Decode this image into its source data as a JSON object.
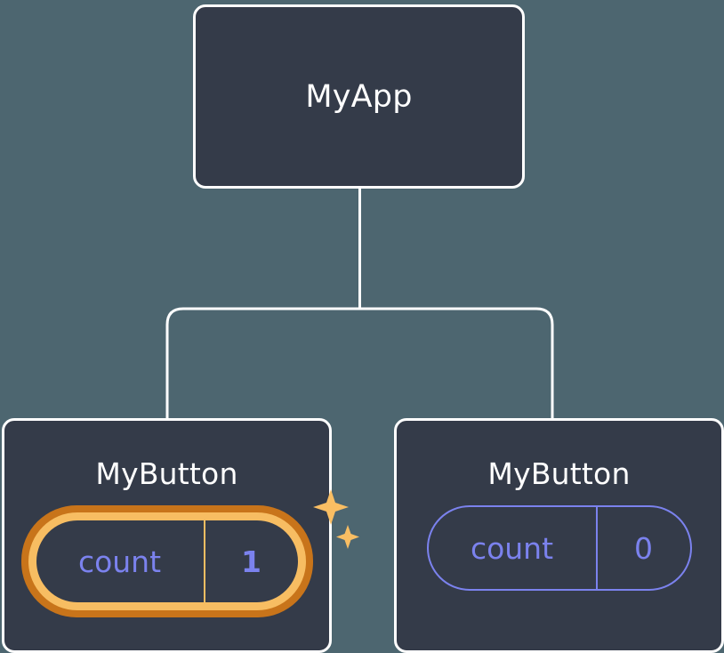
{
  "diagram": {
    "type": "component-tree",
    "title_text": "React component tree with state",
    "background_color": "#4d6670",
    "node_fill_color": "#343b49",
    "node_border_color": "#ffffff",
    "connector_color": "#ffffff",
    "state_text_color": "#7b82ee",
    "highlight_outer_color": "#c8741a",
    "highlight_inner_color": "#f7bd62",
    "sparkle_color": "#f9be63"
  },
  "root": {
    "label": "MyApp"
  },
  "children": [
    {
      "label": "MyButton",
      "state": {
        "key": "count",
        "value": "1"
      },
      "highlighted": true,
      "sparkle_icons": [
        "sparkle-large-icon",
        "sparkle-small-icon"
      ]
    },
    {
      "label": "MyButton",
      "state": {
        "key": "count",
        "value": "0"
      },
      "highlighted": false
    }
  ]
}
